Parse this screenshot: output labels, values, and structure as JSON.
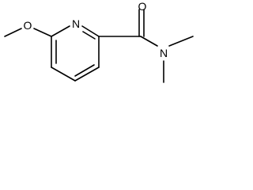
{
  "molecule": {
    "atoms": {
      "ring_nitrogen": "N",
      "methoxy_oxygen": "O",
      "carbonyl_oxygen": "O",
      "amide_nitrogen": "N"
    }
  },
  "colors": {
    "bond": "#000000",
    "label": "#000000",
    "background": "#ffffff"
  }
}
